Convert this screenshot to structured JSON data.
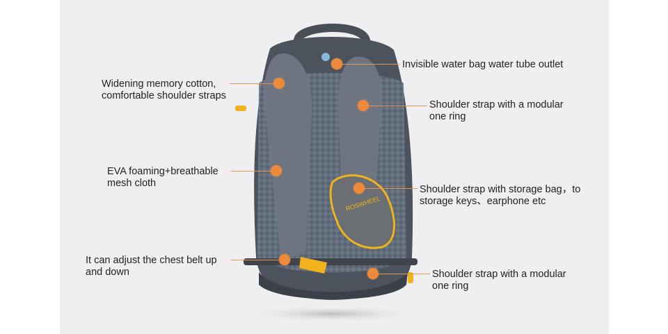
{
  "product": {
    "logo_text": "ROSWHEEL"
  },
  "colors": {
    "panel_bg": "#efeff1",
    "marker": "#ee8a3c",
    "accent_yellow": "#f2b21c",
    "bag_grey": "#6b6e73"
  },
  "annotations": {
    "left_1": "Widening memory cotton,\ncomfortable shoulder straps",
    "left_2": "EVA foaming+breathable\nmesh cloth",
    "left_3": "It can adjust the chest belt up\nand down",
    "right_1": "Invisible water bag water tube outlet",
    "right_2": "Shoulder strap with a modular\none ring",
    "right_3": "Shoulder strap with storage bag，to\nstorage keys、earphone etc",
    "right_4": "Shoulder strap with a modular\none ring"
  }
}
